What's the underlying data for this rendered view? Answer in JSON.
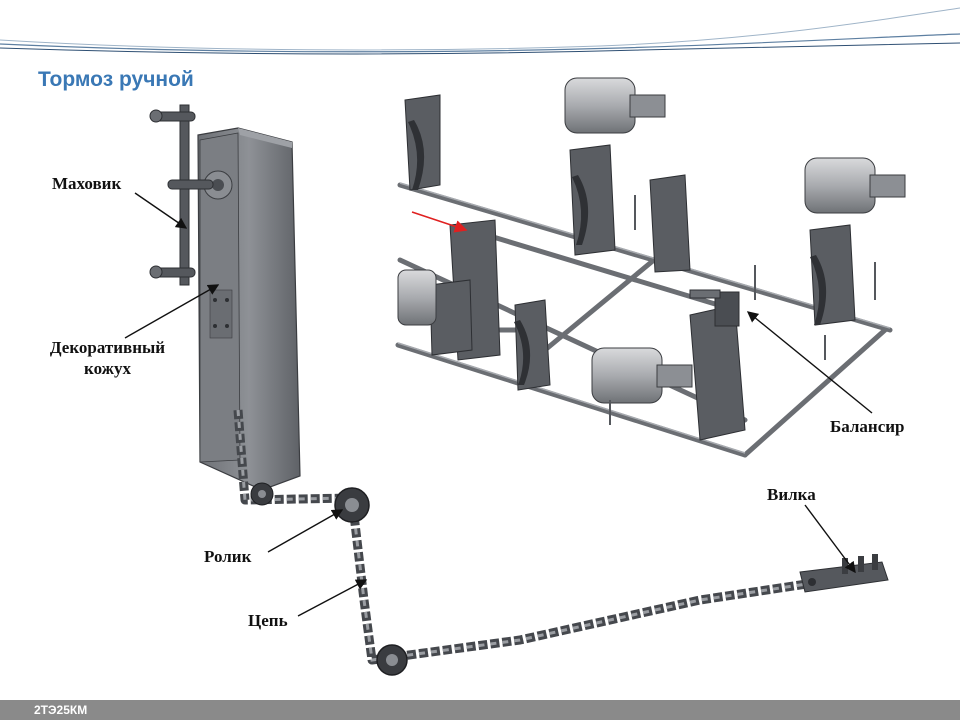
{
  "slide": {
    "title": "Тормоз ручной",
    "footer": "2ТЭ25КМ"
  },
  "labels": {
    "handwheel": "Маховик",
    "cover_line1": "Декоративный",
    "cover_line2": "кожух",
    "balancer": "Балансир",
    "fork": "Вилка",
    "roller": "Ролик",
    "chain": "Цепь"
  },
  "colors": {
    "title": "#3a78b5",
    "footer_bar": "#8a8a8a",
    "pointer_arrow": "#e02020",
    "metal_dark": "#4a4d52",
    "metal_light": "#8c9096"
  }
}
